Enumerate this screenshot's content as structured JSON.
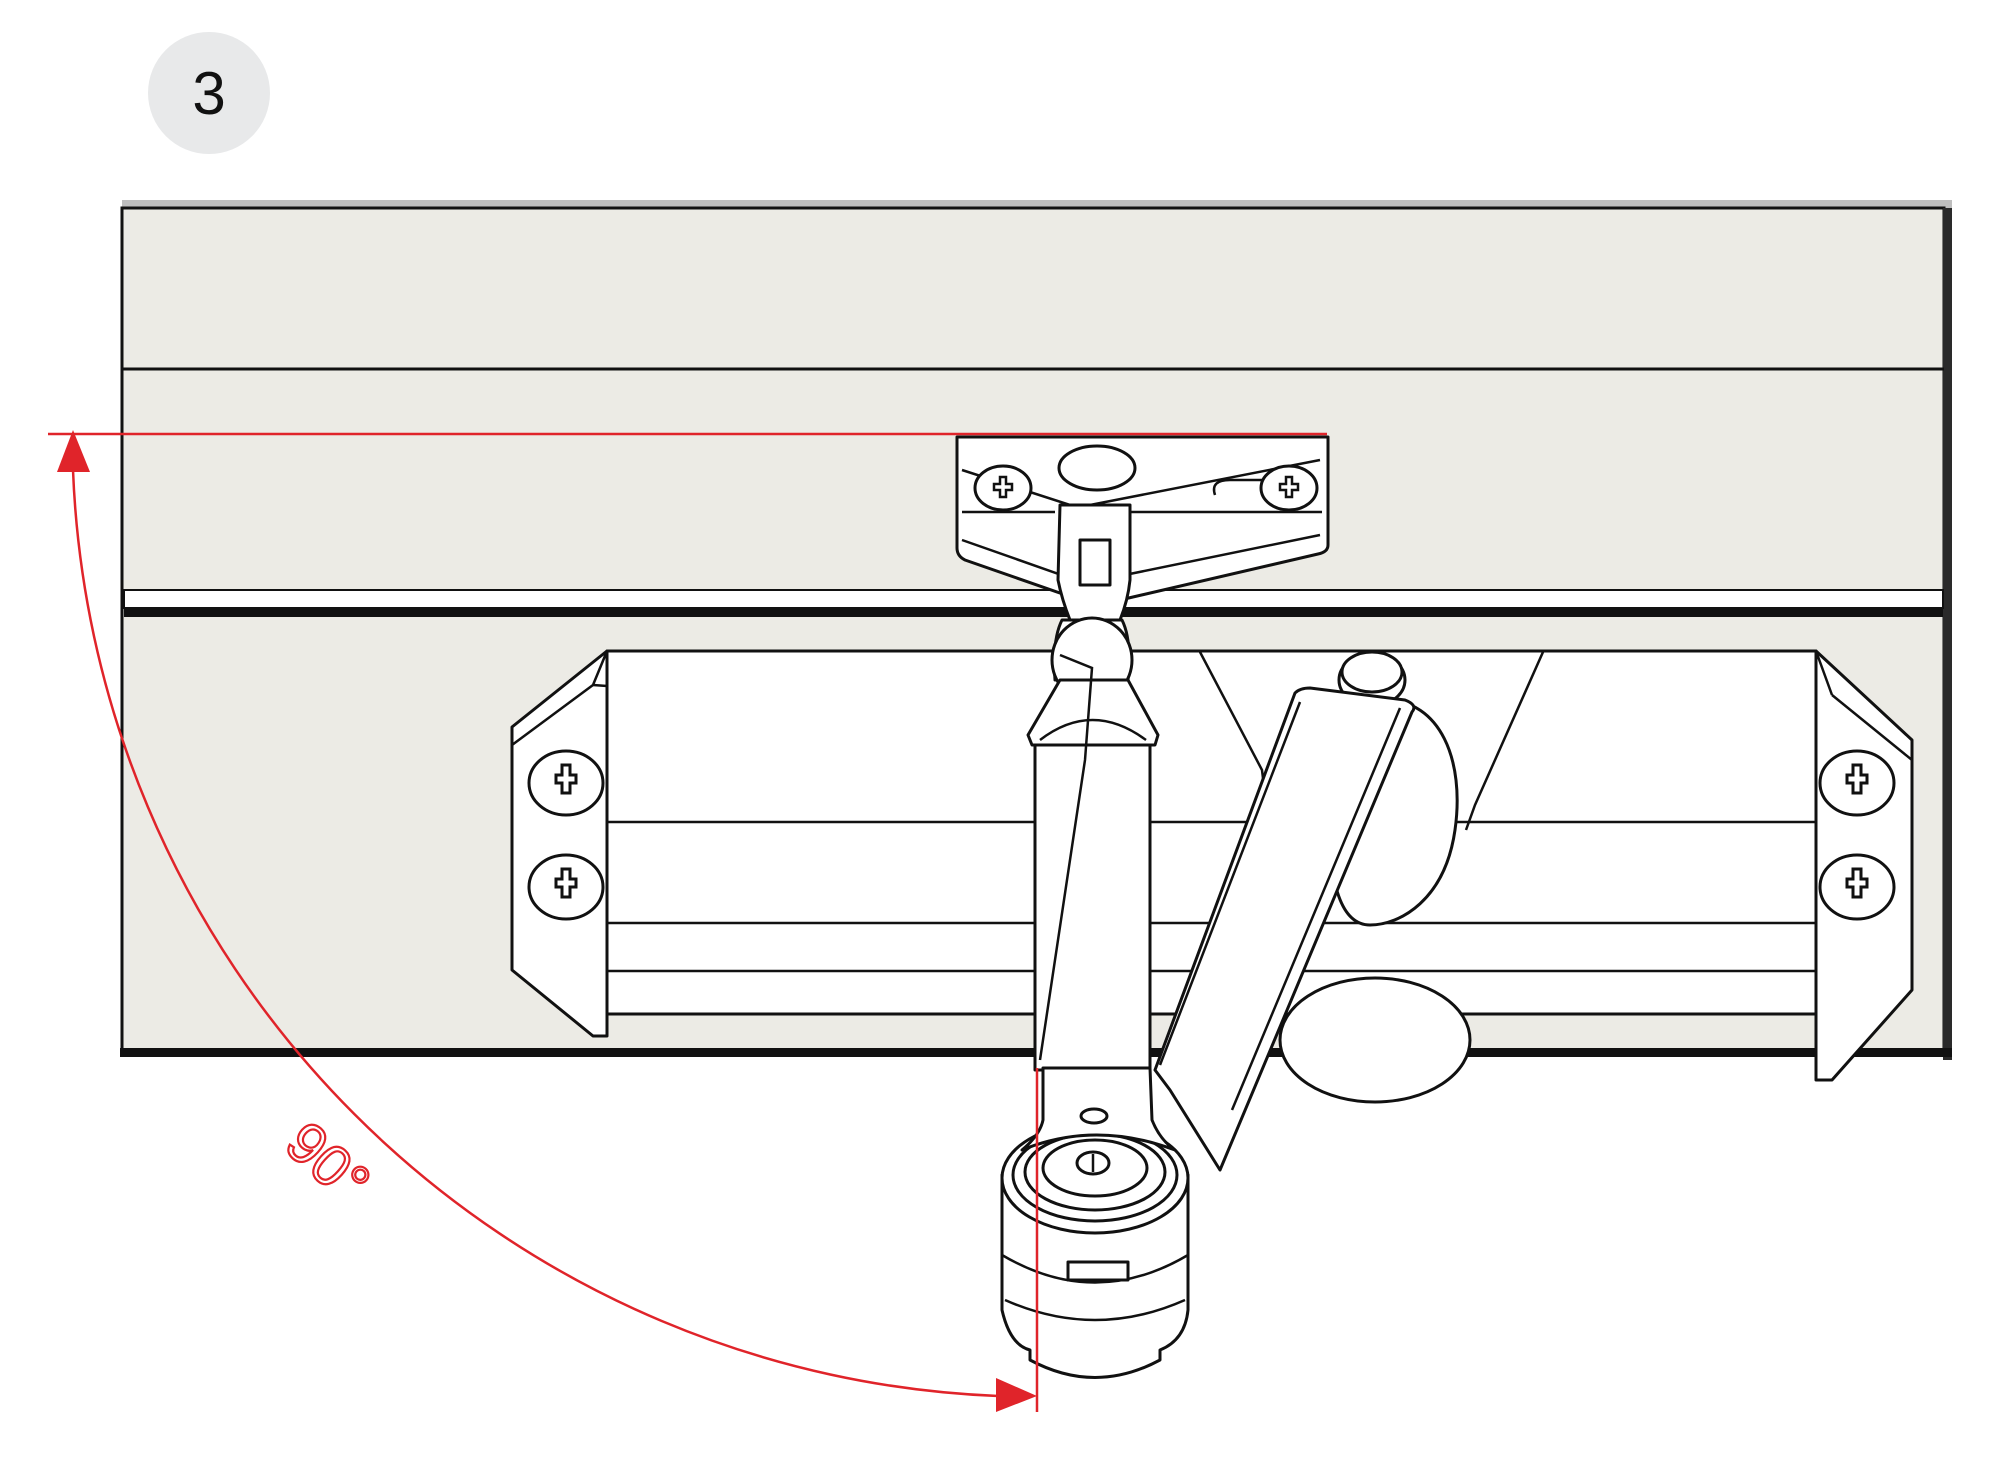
{
  "figure": {
    "step_number": "3",
    "angle_label": "90°",
    "subject": "door closer installation - arm set at 90 degrees",
    "colors": {
      "accent_red": "#e0242a",
      "door_panel": "#ecebe5",
      "line_ink": "#111111",
      "badge_bg": "#e8e9ea",
      "frame_top_band": "#bebebe"
    }
  },
  "icons": {
    "step_badge": "circle-number",
    "screw": "phillips-screw-icon",
    "arrow": "triangle-arrowhead-icon"
  }
}
